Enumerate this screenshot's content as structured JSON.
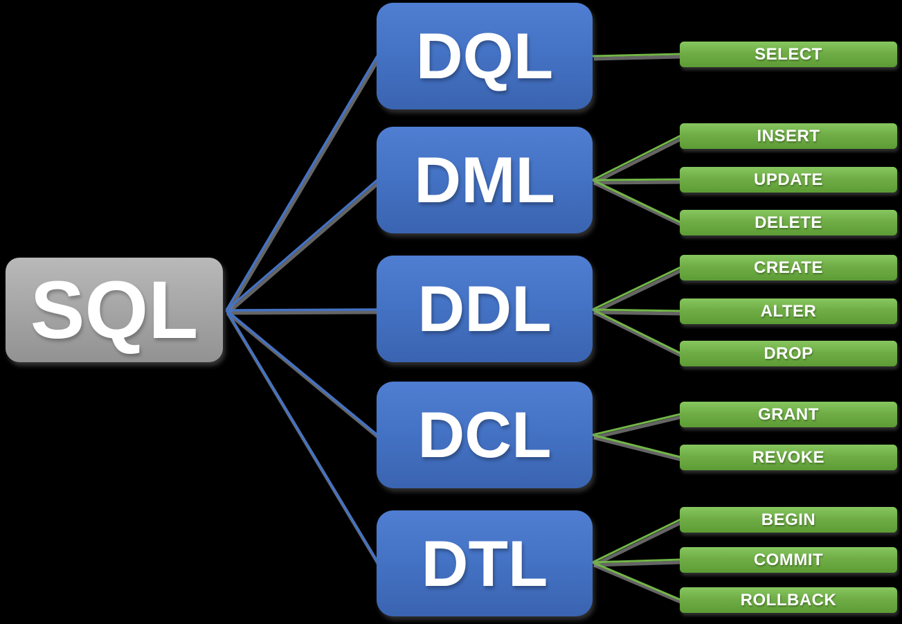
{
  "diagram": {
    "root": {
      "label": "SQL"
    },
    "branches": [
      {
        "id": "dql",
        "label": "DQL",
        "commands": [
          "SELECT"
        ]
      },
      {
        "id": "dml",
        "label": "DML",
        "commands": [
          "INSERT",
          "UPDATE",
          "DELETE"
        ]
      },
      {
        "id": "ddl",
        "label": "DDL",
        "commands": [
          "CREATE",
          "ALTER",
          "DROP"
        ]
      },
      {
        "id": "dcl",
        "label": "DCL",
        "commands": [
          "GRANT",
          "REVOKE"
        ]
      },
      {
        "id": "dtl",
        "label": "DTL",
        "commands": [
          "BEGIN",
          "COMMIT",
          "ROLLBACK"
        ]
      }
    ],
    "colors": {
      "background": "#000000",
      "root_box": "#A6A6A6",
      "category_box": "#4472C4",
      "command_box": "#70AD47",
      "text": "#FFFFFF",
      "blue_connector": "#4472C4",
      "green_connector": "#72B647",
      "connector_shadow": "#7F7F7F"
    }
  }
}
